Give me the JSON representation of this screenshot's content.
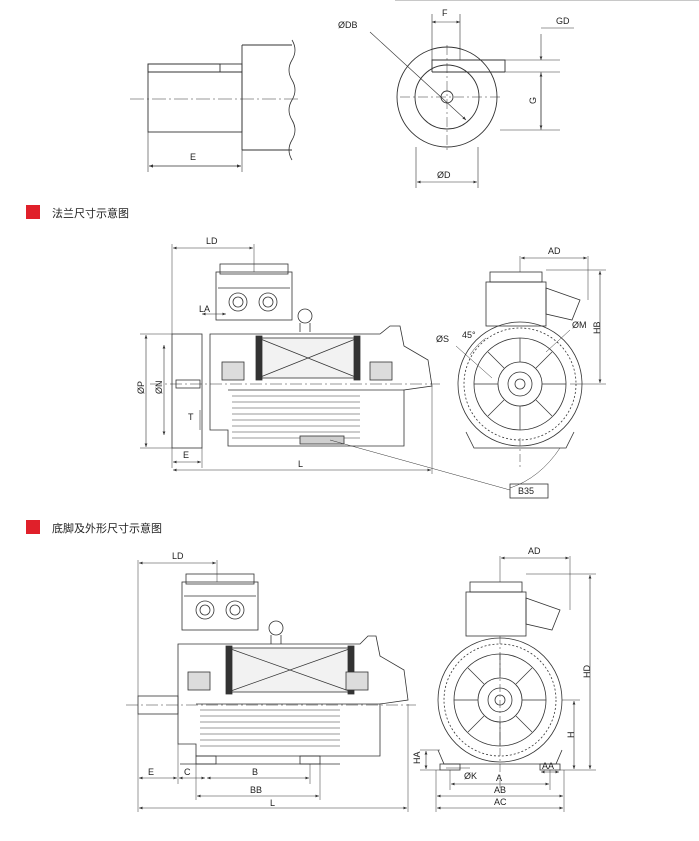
{
  "theme": {
    "accent": "#e0202a",
    "line": "#333333"
  },
  "sections": {
    "flange": {
      "title": "法兰尺寸示意图"
    },
    "foot": {
      "title": "底脚及外形尺寸示意图"
    }
  },
  "labels": {
    "shaft": {
      "e": "E"
    },
    "shaft_end": {
      "odb": "ØDB",
      "f": "F",
      "gd": "GD",
      "g": "G",
      "od": "ØD"
    },
    "flange_view": {
      "ld": "LD",
      "la": "LA",
      "op": "ØP",
      "on": "ØN",
      "t": "T",
      "e": "E",
      "l": "L",
      "ad": "AD",
      "hb": "HB",
      "os": "ØS",
      "angle": "45°",
      "om": "ØM",
      "b35": "B35"
    },
    "foot_view": {
      "ld": "LD",
      "e": "E",
      "c": "C",
      "b": "B",
      "bb": "BB",
      "l": "L",
      "ad": "AD",
      "hd": "HD",
      "h": "H",
      "ha": "HA",
      "ok": "ØK",
      "a": "A",
      "aa": "AA",
      "ab": "AB",
      "ac": "AC"
    }
  }
}
